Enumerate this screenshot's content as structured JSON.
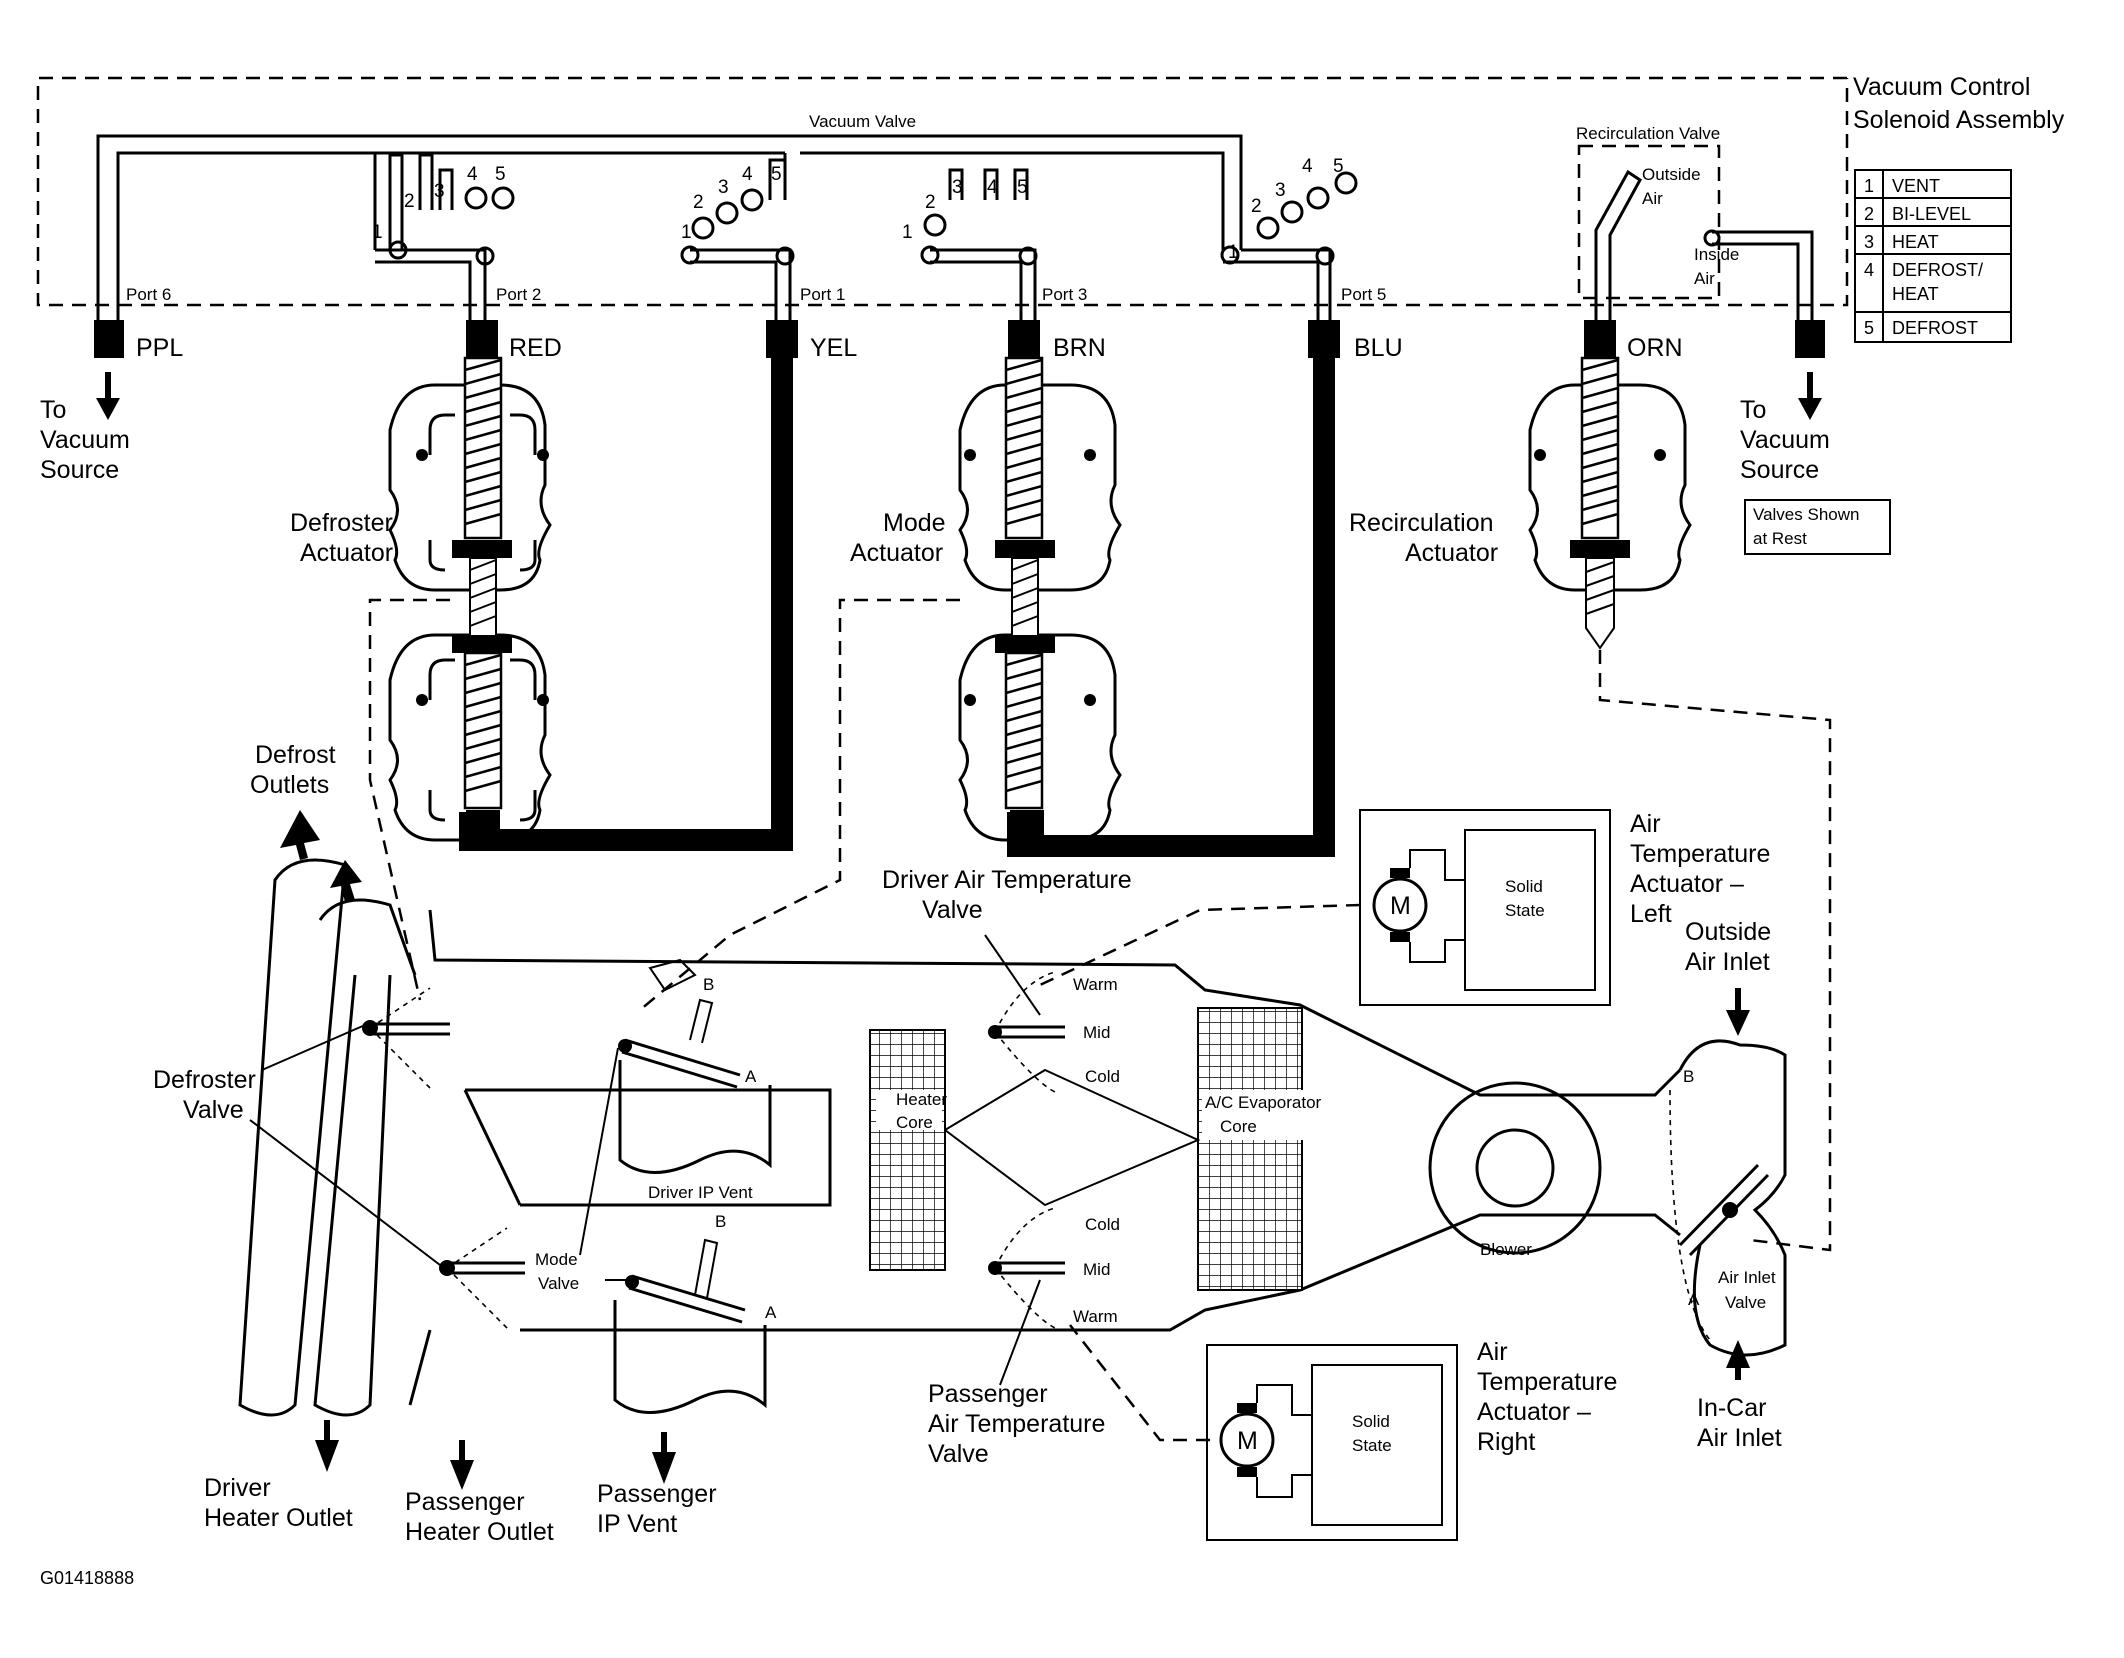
{
  "header": {
    "assembly_title_line1": "Vacuum Control",
    "assembly_title_line2": "Solenoid Assembly",
    "vacuum_valve_label": "Vacuum Valve",
    "recirc_valve_label": "Recirculation Valve",
    "outside_air_label": [
      "Outside",
      "Air"
    ],
    "inside_air_label": [
      "Inside",
      "Air"
    ]
  },
  "ports": [
    {
      "label": "Port 6",
      "color": "PPL"
    },
    {
      "label": "Port 2",
      "color": "RED"
    },
    {
      "label": "Port 1",
      "color": "YEL"
    },
    {
      "label": "Port 3",
      "color": "BRN"
    },
    {
      "label": "Port 5",
      "color": "BLU"
    },
    {
      "label": "",
      "color": "ORN"
    }
  ],
  "valve_positions": [
    "1",
    "2",
    "3",
    "4",
    "5"
  ],
  "mode_table": [
    {
      "num": "1",
      "mode": "VENT"
    },
    {
      "num": "2",
      "mode": "BI-LEVEL"
    },
    {
      "num": "3",
      "mode": "HEAT"
    },
    {
      "num": "4",
      "mode": "DEFROST/",
      "mode2": "HEAT"
    },
    {
      "num": "5",
      "mode": "DEFROST"
    }
  ],
  "vacuum_source": [
    "To",
    "Vacuum",
    "Source"
  ],
  "note_valves": [
    "Valves Shown",
    "at Rest"
  ],
  "actuators": {
    "defroster": [
      "Defroster",
      "Actuator"
    ],
    "mode": [
      "Mode",
      "Actuator"
    ],
    "recirculation": [
      "Recirculation",
      "Actuator"
    ],
    "air_temp_left": [
      "Air",
      "Temperature",
      "Actuator –",
      "Left"
    ],
    "air_temp_right": [
      "Air",
      "Temperature",
      "Actuator –",
      "Right"
    ],
    "motor_symbol": "M",
    "solid_state": [
      "Solid",
      "State"
    ]
  },
  "ducts": {
    "defrost_outlets": [
      "Defrost",
      "Outlets"
    ],
    "defroster_valve": [
      "Defroster",
      "Valve"
    ],
    "mode_valve": [
      "Mode",
      "Valve"
    ],
    "driver_ip_vent": "Driver IP Vent",
    "driver_heater_outlet": [
      "Driver",
      "Heater Outlet"
    ],
    "passenger_heater_outlet": [
      "Passenger",
      "Heater Outlet"
    ],
    "passenger_ip_vent": [
      "Passenger",
      "IP Vent"
    ],
    "driver_air_temp_valve": [
      "Driver Air Temperature",
      "Valve"
    ],
    "passenger_air_temp_valve": [
      "Passenger",
      "Air Temperature",
      "Valve"
    ],
    "heater_core": [
      "Heater",
      "Core"
    ],
    "ac_evaporator": [
      "A/C Evaporator",
      "Core"
    ],
    "blower": "Blower",
    "warm": "Warm",
    "mid": "Mid",
    "cold": "Cold",
    "pos_a": "A",
    "pos_b": "B",
    "outside_air_inlet": [
      "Outside",
      "Air Inlet"
    ],
    "in_car_air_inlet": [
      "In-Car",
      "Air Inlet"
    ],
    "air_inlet_valve": [
      "Air Inlet",
      "Valve"
    ]
  },
  "figure_id": "G01418888"
}
